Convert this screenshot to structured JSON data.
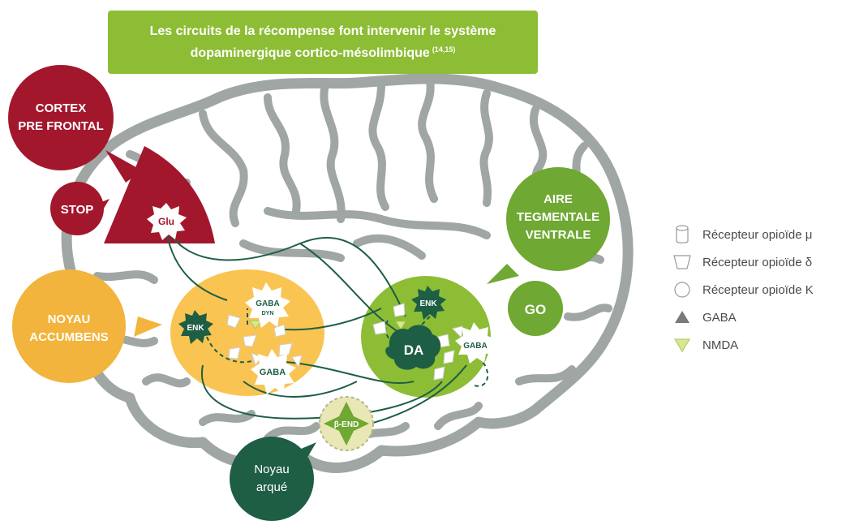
{
  "title": {
    "line1": "Les circuits de la récompense font intervenir le système",
    "line2": "dopaminergique cortico-mésolimbique",
    "reference": "(14,15)"
  },
  "bubbles": {
    "cortex": {
      "line1": "CORTEX",
      "line2": "PRE FRONTAL"
    },
    "stop": "STOP",
    "noyau_accumbens": {
      "line1": "NOYAU",
      "line2": "ACCUMBENS"
    },
    "aire_tegmentale": {
      "line1": "AIRE",
      "line2": "TEGMENTALE",
      "line3": "VENTRALE"
    },
    "go": "GO",
    "noyau_arque": {
      "line1": "Noyau",
      "line2": "arqué"
    }
  },
  "neurons": {
    "glu": "Glu",
    "enk_left": "ENK",
    "gaba_dyn": {
      "line1": "GABA",
      "line2": "DYN"
    },
    "gaba_left": "GABA",
    "enk_right": "ENK",
    "da": "DA",
    "gaba_right": "GABA",
    "beta_end": "β-END"
  },
  "legend": [
    {
      "icon": "cylinder-icon",
      "label": "Récepteur opioïde μ"
    },
    {
      "icon": "trapezoid-icon",
      "label": "Récepteur opioïde δ"
    },
    {
      "icon": "circle-icon",
      "label": "Récepteur opioïde Κ"
    },
    {
      "icon": "triangle-up-icon",
      "label": "GABA"
    },
    {
      "icon": "triangle-down-icon",
      "label": "NMDA"
    }
  ],
  "colors": {
    "title_green": "#8cbd35",
    "cortex_red": "#a3172d",
    "accumbens_yellow": "#f2b43c",
    "accumbens_region": "#f9c451",
    "vta_green": "#6fa832",
    "vta_region": "#8cbd35",
    "dark_green": "#1e5e44",
    "brain_gray": "#9fa6a4",
    "beta_end_fill": "#e9e7b6"
  }
}
